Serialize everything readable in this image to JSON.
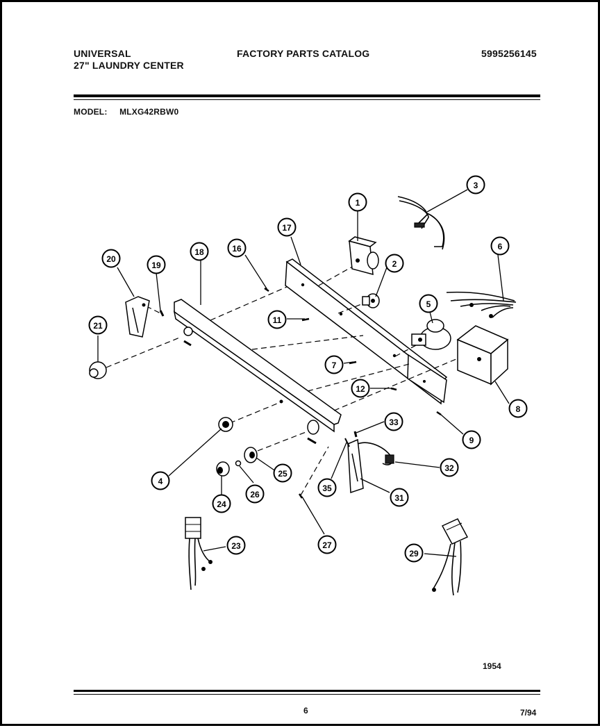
{
  "header": {
    "brand": "UNIVERSAL",
    "product": "27\" LAUNDRY CENTER",
    "catalog_title": "FACTORY PARTS CATALOG",
    "catalog_number": "5995256145",
    "model_label": "MODEL:",
    "model_value": "MLXG42RBW0"
  },
  "diagram": {
    "callouts": [
      "1",
      "2",
      "3",
      "4",
      "5",
      "6",
      "7",
      "8",
      "9",
      "11",
      "12",
      "16",
      "17",
      "18",
      "19",
      "20",
      "21",
      "23",
      "24",
      "25",
      "26",
      "27",
      "29",
      "31",
      "32",
      "33",
      "35"
    ]
  },
  "footer": {
    "figure_number": "1954",
    "page_number": "6",
    "date": "7/94"
  }
}
